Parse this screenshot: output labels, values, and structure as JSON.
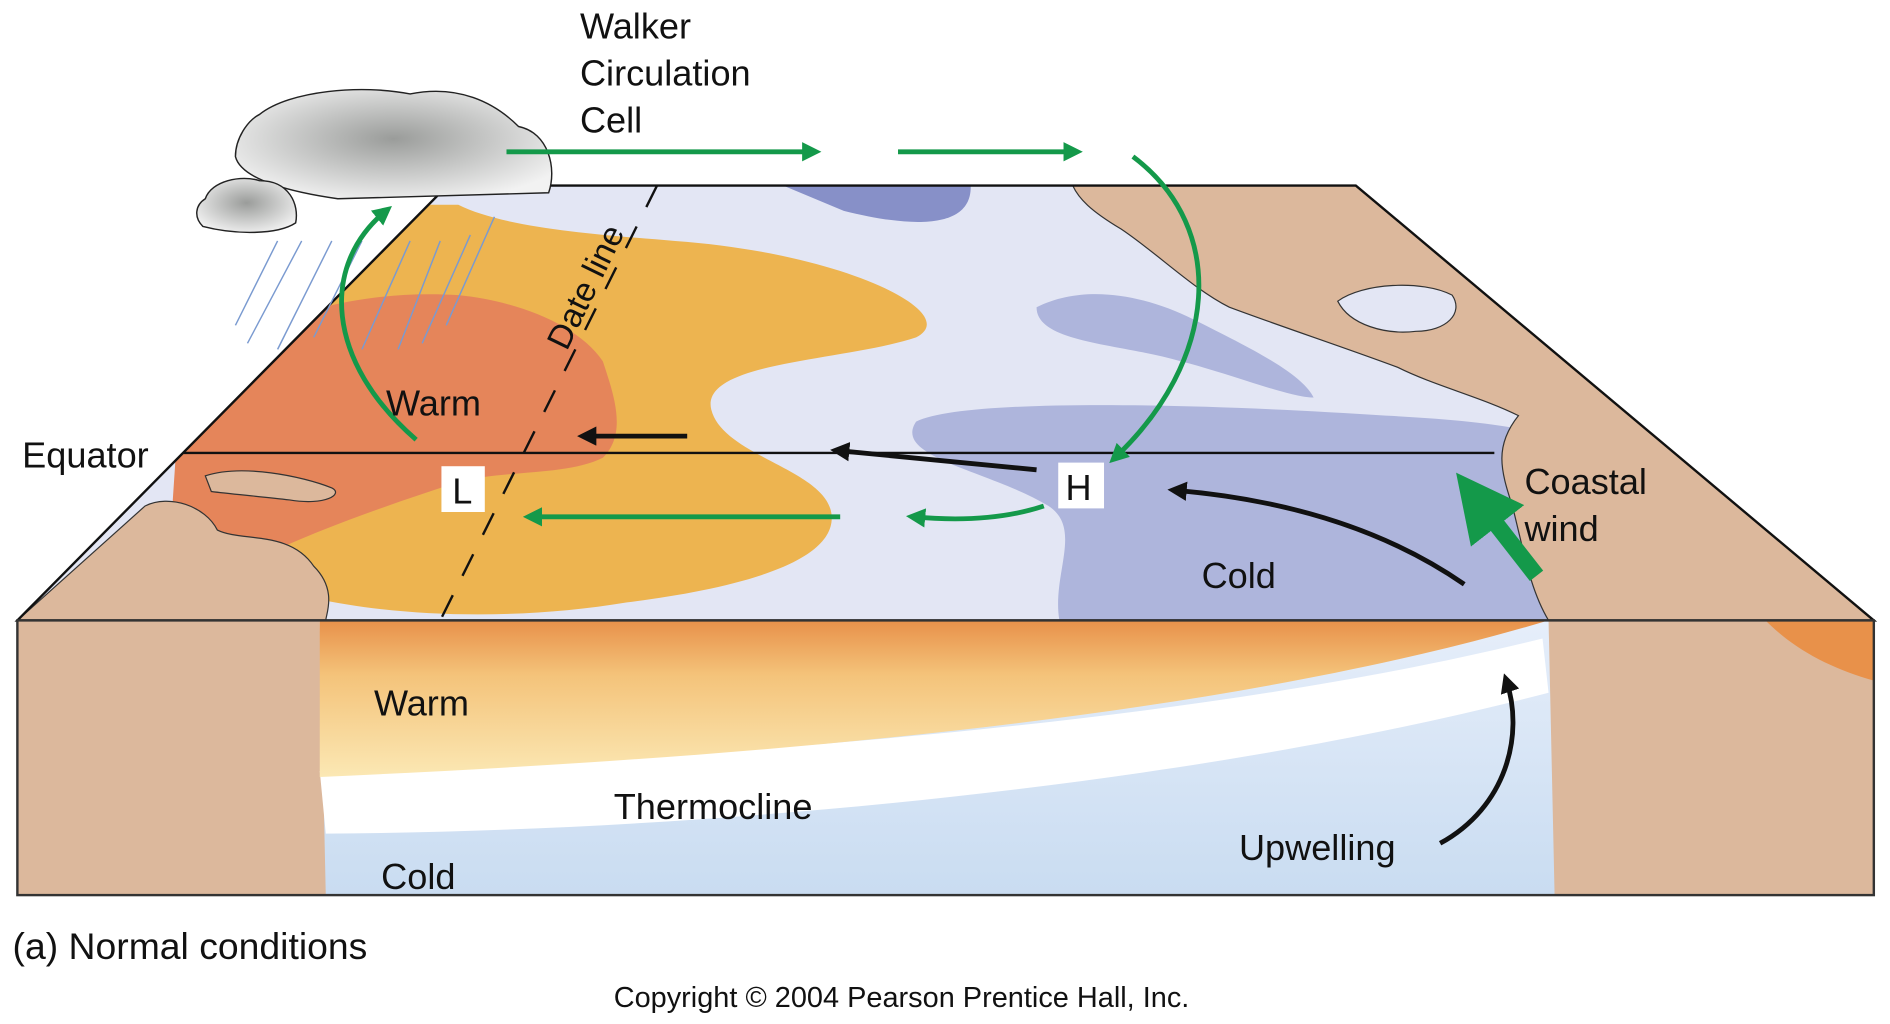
{
  "title": "Walker Circulation Cell",
  "labels": {
    "walker_line1": "Walker",
    "walker_line2": "Circulation",
    "walker_line3": "Cell",
    "date_line": "Date line",
    "warm_surface": "Warm",
    "equator": "Equator",
    "low_pressure": "L",
    "high_pressure": "H",
    "cold_surface": "Cold",
    "coastal_line1": "Coastal",
    "coastal_line2": "wind",
    "warm_section": "Warm",
    "thermocline": "Thermocline",
    "cold_section": "Cold",
    "upwelling": "Upwelling",
    "caption": "(a) Normal conditions",
    "copyright": "Copyright © 2004 Pearson Prentice Hall, Inc."
  },
  "colors": {
    "land": "#dcb89c",
    "warm_core": "#e5855a",
    "warm": "#edb450",
    "ocean_light": "#e3e6f4",
    "cold": "#aeb5dc",
    "cold_dark": "#8790c8",
    "wind_green": "#14994a",
    "section_cold": "#cfdff2"
  }
}
